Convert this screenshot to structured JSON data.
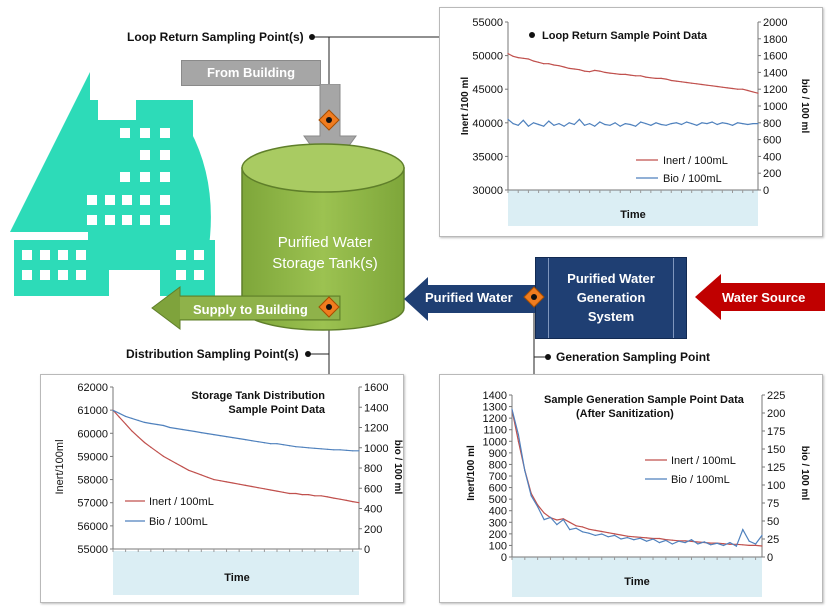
{
  "labels": {
    "loop_return_sampling": "Loop Return Sampling Point(s)",
    "from_building": "From Building",
    "tank": [
      "Purified Water",
      "Storage Tank(s)"
    ],
    "supply_to_building": "Supply to Building",
    "purified_water": "Purified Water",
    "generation_system": [
      "Purified Water",
      "Generation",
      "System"
    ],
    "water_source": "Water Source",
    "distribution_sampling": "Distribution Sampling Point(s)",
    "generation_sampling": "Generation Sampling Point"
  },
  "colors": {
    "building": "#2ddbb8",
    "tank_green": "#92b847",
    "navy": "#1f3f73",
    "red": "#c00000",
    "gray_arrow": "#9a9a9a",
    "diamond": "#f07c1f",
    "inert_line": "#c0504d",
    "bio_line": "#4f81bd",
    "time_band": "#dbeef4"
  },
  "chart_data": [
    {
      "id": "loop",
      "type": "line",
      "title": "Loop Return Sample Point Data",
      "xlabel": "Time",
      "ylabel": "Inert /100 ml",
      "y2label": "bio / 100 ml",
      "ylim": [
        30000,
        55000
      ],
      "yticks": [
        "30000",
        "35000",
        "40000",
        "45000",
        "50000",
        "55000"
      ],
      "y2lim": [
        0,
        2000
      ],
      "y2ticks": [
        "0",
        "200",
        "400",
        "600",
        "800",
        "1000",
        "1200",
        "1400",
        "1600",
        "1800",
        "2000"
      ],
      "legend_position": "bottom-right",
      "series": [
        {
          "name": "Inert / 100mL",
          "axis": "left",
          "color": "#c0504d",
          "values": [
            50300,
            49900,
            49700,
            49600,
            49500,
            49200,
            49000,
            48800,
            48800,
            48600,
            48500,
            48300,
            48100,
            48000,
            47900,
            47700,
            47600,
            47800,
            47700,
            47500,
            47400,
            47300,
            47200,
            47200,
            47100,
            47000,
            47000,
            46800,
            46700,
            46600,
            46600,
            46500,
            46300,
            46200,
            46100,
            46000,
            45900,
            45800,
            45700,
            45600,
            45500,
            45400,
            45300,
            45200,
            45100,
            45000,
            45000,
            44800,
            44600,
            44400
          ]
        },
        {
          "name": "Bio / 100mL",
          "axis": "right",
          "color": "#4f81bd",
          "values": [
            840,
            790,
            770,
            830,
            760,
            800,
            780,
            760,
            820,
            770,
            790,
            760,
            800,
            780,
            840,
            770,
            790,
            760,
            810,
            780,
            770,
            800,
            760,
            790,
            780,
            760,
            810,
            790,
            770,
            800,
            780,
            770,
            790,
            800,
            780,
            810,
            790,
            770,
            800,
            790,
            810,
            780,
            800,
            790,
            770,
            800,
            790,
            780,
            790,
            790
          ]
        }
      ]
    },
    {
      "id": "distribution",
      "type": "line",
      "title": "Storage Tank Distribution Sample Point Data",
      "title_lines": [
        "Storage Tank Distribution",
        "Sample Point Data"
      ],
      "xlabel": "Time",
      "ylabel": "Inert/100ml",
      "y2label": "bio / 100 ml",
      "ylim": [
        55000,
        62000
      ],
      "yticks": [
        "55000",
        "56000",
        "57000",
        "58000",
        "59000",
        "60000",
        "61000",
        "62000"
      ],
      "y2lim": [
        0,
        1600
      ],
      "y2ticks": [
        "0",
        "200",
        "400",
        "600",
        "800",
        "1000",
        "1200",
        "1400",
        "1600"
      ],
      "legend_position": "bottom-left",
      "series": [
        {
          "name": "Inert / 100mL",
          "axis": "left",
          "color": "#c0504d",
          "values": [
            61000,
            60700,
            60400,
            60100,
            59850,
            59600,
            59400,
            59200,
            59000,
            58850,
            58700,
            58550,
            58400,
            58300,
            58200,
            58100,
            58000,
            57950,
            57900,
            57850,
            57800,
            57750,
            57700,
            57650,
            57600,
            57550,
            57500,
            57450,
            57400,
            57400,
            57350,
            57350,
            57300,
            57300,
            57250,
            57200,
            57150,
            57100,
            57050,
            57000
          ]
        },
        {
          "name": "Bio / 100mL",
          "axis": "right",
          "color": "#4f81bd",
          "values": [
            1370,
            1340,
            1310,
            1290,
            1270,
            1250,
            1240,
            1230,
            1220,
            1200,
            1190,
            1180,
            1170,
            1160,
            1150,
            1140,
            1130,
            1120,
            1110,
            1100,
            1090,
            1080,
            1070,
            1060,
            1050,
            1040,
            1040,
            1030,
            1020,
            1010,
            1005,
            1000,
            995,
            990,
            985,
            980,
            980,
            975,
            970,
            970
          ]
        }
      ]
    },
    {
      "id": "generation",
      "type": "line",
      "title": "Sample Generation Sample Point Data (After Sanitization)",
      "title_lines": [
        "Sample Generation Sample Point Data",
        "(After Sanitization)"
      ],
      "xlabel": "Time",
      "ylabel": "Inert/100 ml",
      "y2label": "bio / 100 ml",
      "ylim": [
        0,
        1400
      ],
      "yticks": [
        "0",
        "100",
        "200",
        "300",
        "400",
        "500",
        "600",
        "700",
        "800",
        "900",
        "1000",
        "1100",
        "1200",
        "1300",
        "1400"
      ],
      "y2lim": [
        0,
        225
      ],
      "y2ticks": [
        "0",
        "25",
        "50",
        "75",
        "100",
        "125",
        "150",
        "175",
        "200",
        "225"
      ],
      "legend_position": "right",
      "series": [
        {
          "name": "Inert / 100mL",
          "axis": "left",
          "color": "#c0504d",
          "values": [
            1270,
            1000,
            750,
            550,
            450,
            380,
            340,
            320,
            330,
            300,
            270,
            260,
            240,
            230,
            220,
            210,
            200,
            190,
            180,
            175,
            170,
            165,
            160,
            160,
            150,
            145,
            140,
            140,
            135,
            130,
            125,
            120,
            120,
            115,
            110,
            110,
            105,
            100,
            100,
            95
          ]
        },
        {
          "name": "Bio / 100mL",
          "axis": "right",
          "color": "#4f81bd",
          "values": [
            205,
            170,
            120,
            85,
            70,
            52,
            55,
            45,
            52,
            38,
            40,
            35,
            33,
            30,
            32,
            28,
            30,
            25,
            27,
            24,
            26,
            22,
            25,
            20,
            23,
            18,
            22,
            20,
            24,
            18,
            21,
            17,
            19,
            16,
            20,
            15,
            38,
            22,
            18,
            30
          ]
        }
      ]
    }
  ]
}
